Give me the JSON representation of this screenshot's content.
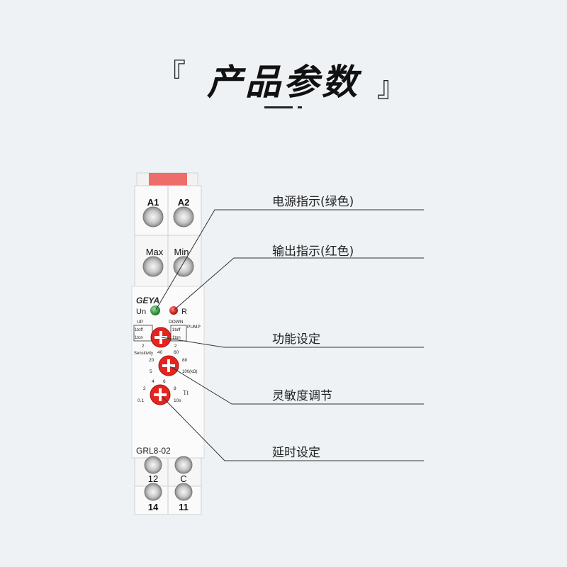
{
  "heading": {
    "bracket_open": "『",
    "title": "产品参数",
    "bracket_close": "』"
  },
  "device": {
    "brand": "GEYA",
    "model": "GRL8-02",
    "terminals_top": [
      "A1",
      "A2"
    ],
    "terminals_mid": [
      "Max",
      "Min"
    ],
    "terminals_bottom_upper": [
      "12",
      "C"
    ],
    "terminals_bottom_lower": [
      "14",
      "11"
    ],
    "led_power": {
      "label": "Un",
      "color": "#2f9e3a"
    },
    "led_output": {
      "label": "R",
      "color": "#d8201b"
    },
    "mode_labels": {
      "up": "UP",
      "down": "DOWN",
      "pump": "PUMP"
    },
    "function_ticks": {
      "left_top": "1toff",
      "left_mid": "1ton",
      "left_bottom": "2",
      "right_top": "1toff",
      "right_mid": "1ton",
      "right_bottom": "2"
    },
    "sensitivity": {
      "label": "Sensitivity",
      "ticks": [
        "40",
        "60",
        "20",
        "80",
        "5",
        "100(kΩ)"
      ]
    },
    "delay": {
      "label": "Tt",
      "ticks": [
        "4",
        "6",
        "2",
        "8",
        "0.1",
        "10s"
      ]
    },
    "accent_color": "#e52420"
  },
  "callouts": [
    {
      "text": "电源指示(绿色)"
    },
    {
      "text": "输出指示(红色)"
    },
    {
      "text": "功能设定"
    },
    {
      "text": "灵敏度调节"
    },
    {
      "text": "延时设定"
    }
  ]
}
